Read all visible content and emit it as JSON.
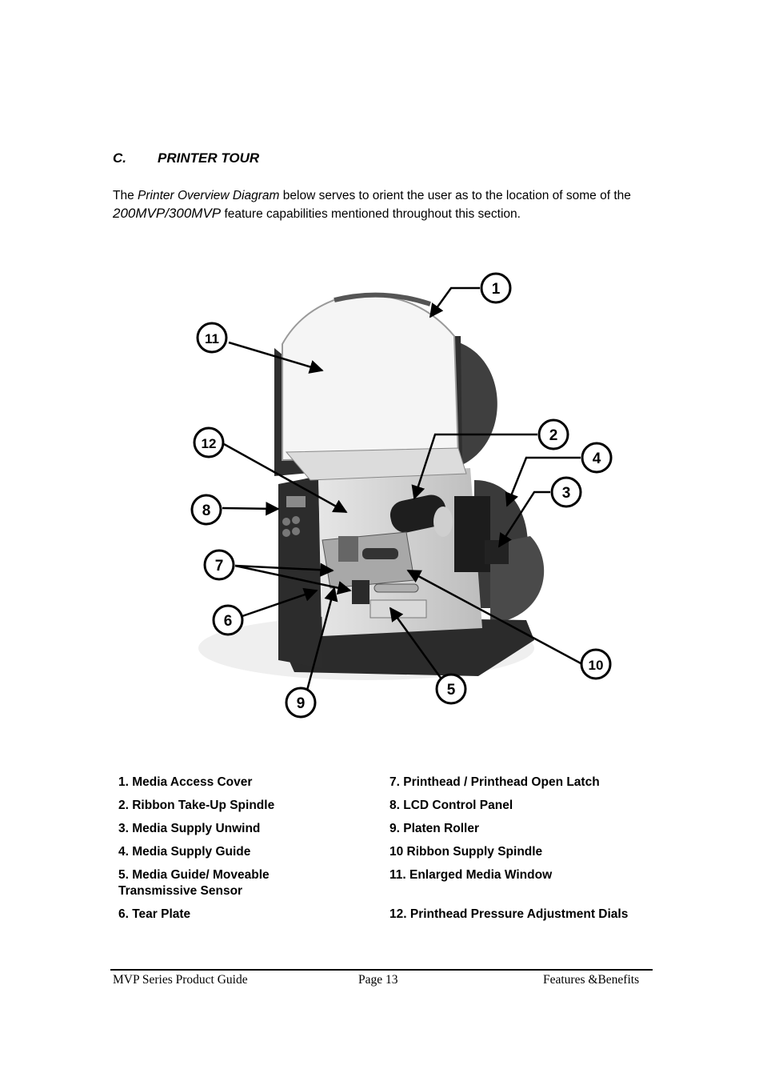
{
  "heading": {
    "letter": "C.",
    "title": "PRINTER TOUR"
  },
  "intro": {
    "t1": "The ",
    "diagram_name": "Printer Overview Diagram",
    "t2": " below serves to orient the user as to the location of some of the ",
    "model": "200MVP/300MVP",
    "t3": " feature capabilities mentioned throughout this section."
  },
  "callouts": [
    "1",
    "2",
    "3",
    "4",
    "5",
    "6",
    "7",
    "8",
    "9",
    "10",
    "11",
    "12"
  ],
  "legend": {
    "left": [
      "1.  Media Access Cover",
      "2.  Ribbon Take-Up Spindle",
      "3.  Media Supply Unwind",
      "4.  Media Supply Guide",
      "5.  Media Guide/ Moveable",
      "Transmissive Sensor",
      "6.  Tear Plate"
    ],
    "right": [
      "7.   Printhead / Printhead Open Latch",
      "8.   LCD Control Panel",
      "9.   Platen Roller",
      "10  Ribbon Supply Spindle",
      "11. Enlarged Media Window",
      "12.  Printhead Pressure Adjustment Dials"
    ]
  },
  "footer": {
    "left": "MVP Series Product Guide",
    "center": "Page  13",
    "right": "Features &Benefits"
  }
}
